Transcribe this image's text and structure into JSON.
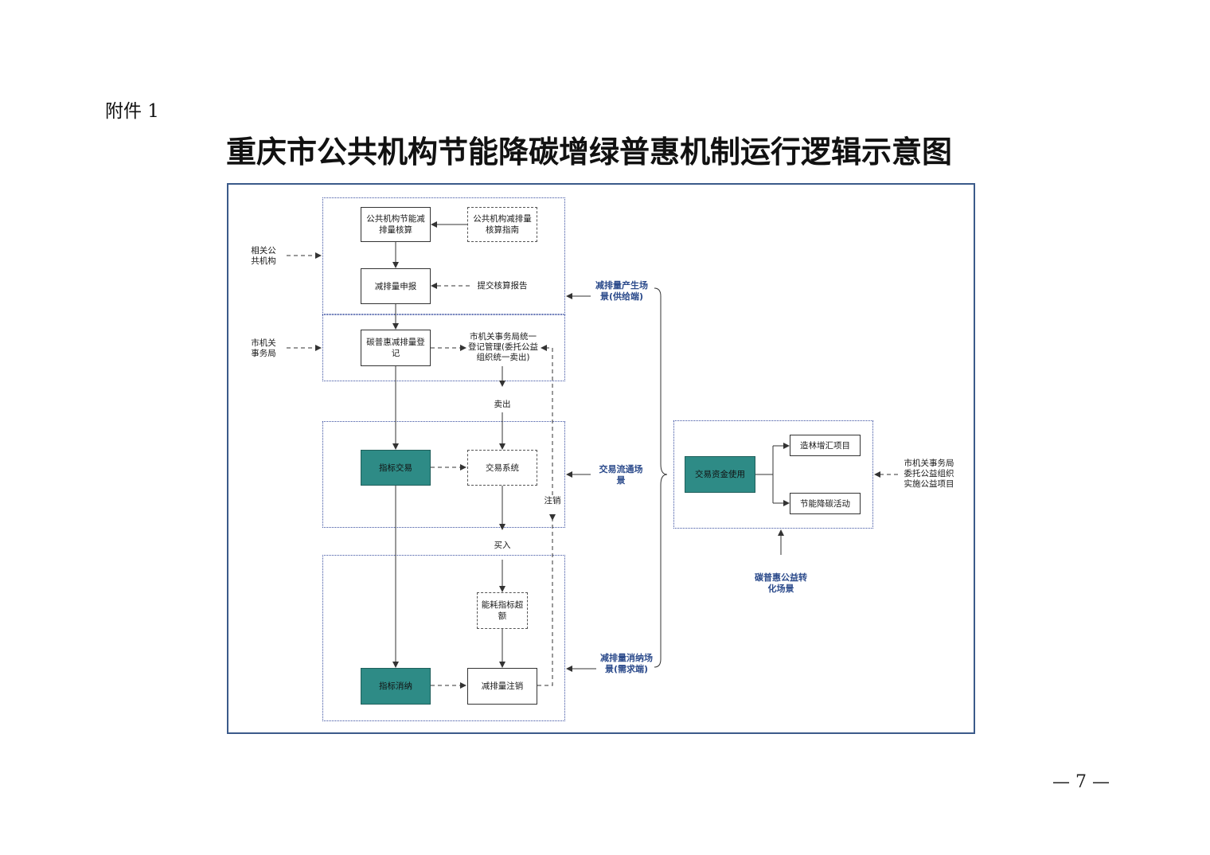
{
  "header": {
    "annex": "附件 1",
    "title": "重庆市公共机构节能降碳增绿普惠机制运行逻辑示意图"
  },
  "footer": {
    "page_number": "— 7 —"
  },
  "actors": {
    "related_institutions": "相关公共机构",
    "municipal_bureau": "市机关事务局",
    "bureau_entrust": "市机关事务局委托公益组织实施公益项目"
  },
  "nodes": {
    "accounting": "公共机构节能减排量核算",
    "guide": "公共机构减排量核算指南",
    "declare": "减排量申报",
    "submit_report": "提交核算报告",
    "register": "碳普惠减排量登记",
    "unified_mgmt": "市机关事务局统一登记管理(委托公益组织统一卖出)",
    "sell": "卖出",
    "index_trade": "指标交易",
    "trade_system": "交易系统",
    "cancel": "注销",
    "buy": "买入",
    "energy_excess": "能耗指标超额",
    "index_consume": "指标消纳",
    "reduction_cancel": "减排量注销",
    "fund_use": "交易资金使用",
    "afforestation": "造林增汇项目",
    "energy_saving": "节能降碳活动"
  },
  "scenes": {
    "supply": "减排量产生场景(供给端)",
    "circulation": "交易流通场景",
    "demand": "减排量消纳场景(需求端)",
    "public_welfare": "碳普惠公益转化场景"
  }
}
